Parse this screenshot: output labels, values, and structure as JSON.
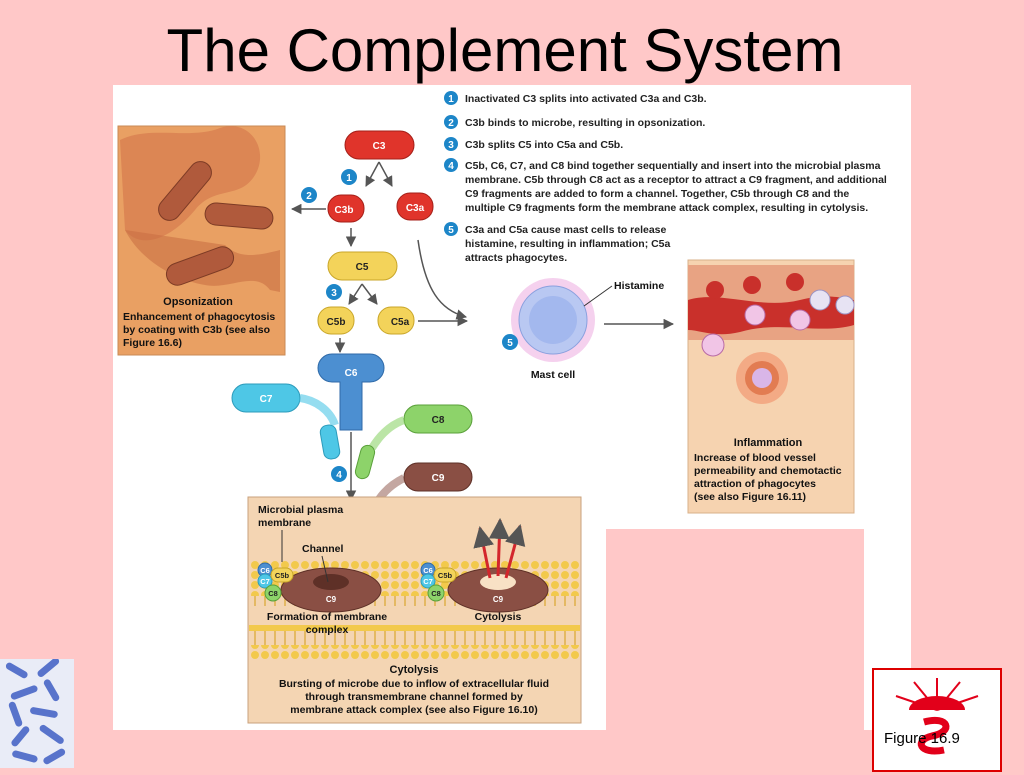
{
  "slide": {
    "title": "The Complement System",
    "caption": "Figure 16.9"
  },
  "steps": [
    {
      "num": "1",
      "lines": [
        "Inactivated C3 splits into activated C3a and C3b."
      ]
    },
    {
      "num": "2",
      "lines": [
        "C3b binds to microbe, resulting in opsonization."
      ]
    },
    {
      "num": "3",
      "lines": [
        "C3b splits C5 into C5a and C5b."
      ]
    },
    {
      "num": "4",
      "lines": [
        "C5b, C6, C7, and C8 bind together sequentially and insert into the microbial plasma",
        "membrane. C5b through C8 act as a receptor to attract a C9 fragment, and additional",
        "C9 fragments are added to form a channel. Together, C5b through C8 and the",
        "multiple C9 fragments form the membrane attack complex, resulting in cytolysis."
      ]
    },
    {
      "num": "5",
      "lines": [
        "C3a and C5a cause mast cells to release",
        "histamine, resulting in inflammation; C5a",
        "attracts phagocytes."
      ]
    }
  ],
  "molecules": {
    "c3": "C3",
    "c3a": "C3a",
    "c3b": "C3b",
    "c5": "C5",
    "c5a": "C5a",
    "c5b": "C5b",
    "c6": "C6",
    "c7": "C7",
    "c8": "C8",
    "c9": "C9"
  },
  "markers": {
    "m1": "1",
    "m2": "2",
    "m3": "3",
    "m4": "4",
    "m5": "5"
  },
  "opsonization": {
    "title": "Opsonization",
    "lines": [
      "Enhancement of phagocytosis",
      "by coating with C3b (see also",
      "Figure 16.6)"
    ]
  },
  "mast_cell": {
    "label": "Mast cell",
    "histamine": "Histamine"
  },
  "inflammation": {
    "title": "Inflammation",
    "lines": [
      "Increase of blood vessel",
      "permeability and chemotactic",
      "attraction of phagocytes",
      "(see also Figure 16.11)"
    ]
  },
  "membrane_panel": {
    "label_membrane": [
      "Microbial plasma",
      "membrane"
    ],
    "label_channel": "Channel",
    "formation": [
      "Formation of membrane",
      "complex"
    ],
    "cytolysis_label": "Cytolysis",
    "cytolysis_title": "Cytolysis",
    "cytolysis_lines": [
      "Bursting of microbe due to inflow of extracellular fluid",
      "through  transmembrane channel formed by",
      "membrane attack complex (see also Figure 16.10)"
    ],
    "cluster": {
      "c6": "C6",
      "c7": "C7",
      "c5b": "C5b",
      "c8": "C8",
      "c9": "C9"
    }
  },
  "colors": {
    "c3_red": "#e0342b",
    "c5_yellow": "#f3d35a",
    "c6_blue": "#4c8fd1",
    "c7_cyan": "#4ec7e6",
    "c8_green": "#8dd36a",
    "c9_brown": "#8a4f44",
    "marker_blue": "#1d86c8",
    "panel_tan": "#f4d5b3"
  }
}
